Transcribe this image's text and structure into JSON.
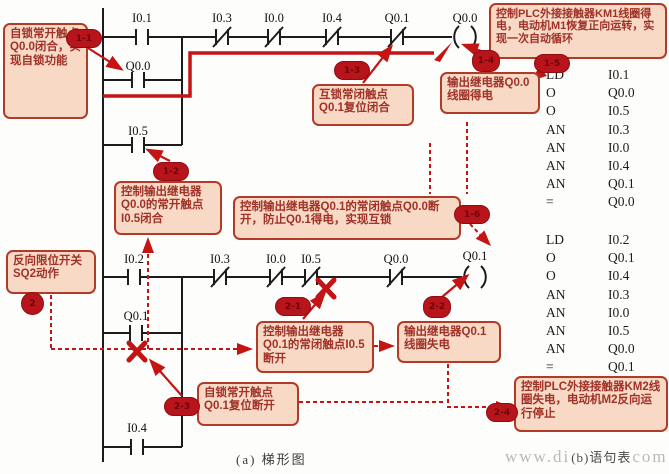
{
  "captions": {
    "ladder": "(a) 梯形图",
    "statement": "(b)语句表",
    "watermark_prefix": "www.di",
    "watermark_suffix": "com"
  },
  "colors": {
    "callout_fill": "#f7d9c6",
    "callout_border": "#b23a28",
    "badge_red": "#b8141c",
    "highlight_red": "#c41414",
    "wire_black": "#1c1c1c"
  },
  "callouts": {
    "selflock_q00": {
      "badge": "1-1",
      "text": "自锁常开触点Q0.0闭合，实现自锁功能"
    },
    "i05_close": {
      "badge": "1-2",
      "text": "控制输出继电器Q0.0的常开触点I0.5闭合"
    },
    "interlock_reclose": {
      "badge": "1-3",
      "text": "互锁常闭触点Q0.1复位闭合"
    },
    "q00_on": {
      "badge": "1-4",
      "text": "输出继电器Q0.0线圈得电"
    },
    "km1": {
      "badge": "1-5",
      "text": "控制PLC外接接触器KM1线圈得电，电动机M1恢复正向运转，实现一次自动循环"
    },
    "interlock_note": {
      "badge": "1-6",
      "text": "控制输出继电器Q0.1的常闭触点Q0.0断开，防止Q0.1得电，实现互锁"
    },
    "sq2_event": {
      "badge": "2",
      "text": "反向限位开关SQ2动作"
    },
    "i05_open": {
      "badge": "2-1",
      "text": "控制输出继电器Q0.1的常闭触点I0.5断开"
    },
    "q01_off": {
      "badge": "2-2",
      "text": "输出继电器Q0.1线圈失电"
    },
    "selflock_q01_open": {
      "badge": "2-3",
      "text": "自锁常开触点Q0.1复位断开"
    },
    "km2": {
      "badge": "2-4",
      "text": "控制PLC外接接触器KM2线圈失电，电动机M2反向运行停止"
    }
  },
  "ladder": {
    "labels": {
      "r1c1": "I0.1",
      "r1c2": "I0.3",
      "r1c3": "I0.0",
      "r1c4": "I0.4",
      "r1c5": "Q0.1",
      "r1coil": "Q0.0",
      "b1": "Q0.0",
      "b2": "I0.5",
      "r2c1": "I0.2",
      "r2c2": "I0.3",
      "r2c3": "I0.0",
      "r2c4": "I0.5",
      "r2c5": "Q0.0",
      "r2coil": "Q0.1",
      "b3": "Q0.1",
      "b4": "I0.4"
    }
  },
  "program": {
    "block1": [
      {
        "op": "LD",
        "arg": "I0.1"
      },
      {
        "op": "O",
        "arg": "Q0.0"
      },
      {
        "op": "O",
        "arg": "I0.5"
      },
      {
        "op": "AN",
        "arg": "I0.3"
      },
      {
        "op": "AN",
        "arg": "I0.0"
      },
      {
        "op": "AN",
        "arg": "I0.4"
      },
      {
        "op": "AN",
        "arg": "Q0.1"
      },
      {
        "op": "=",
        "arg": "Q0.0"
      }
    ],
    "block2": [
      {
        "op": "LD",
        "arg": "I0.2"
      },
      {
        "op": "O",
        "arg": "Q0.1"
      },
      {
        "op": "O",
        "arg": "I0.4"
      },
      {
        "op": "AN",
        "arg": "I0.3"
      },
      {
        "op": "AN",
        "arg": "I0.0"
      },
      {
        "op": "AN",
        "arg": "I0.5"
      },
      {
        "op": "AN",
        "arg": "Q0.0"
      },
      {
        "op": "=",
        "arg": "Q0.1"
      }
    ]
  }
}
